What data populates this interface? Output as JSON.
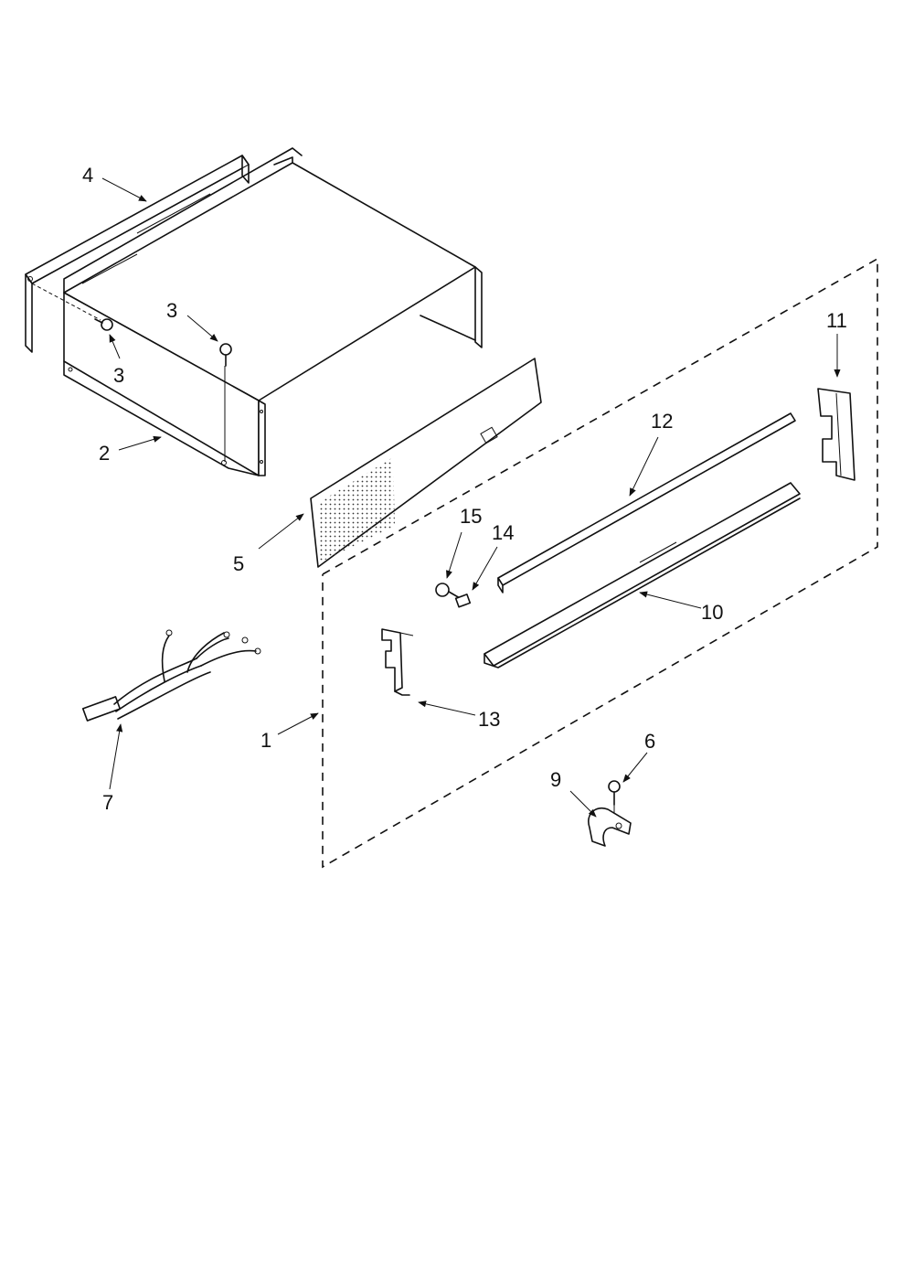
{
  "callouts": [
    {
      "id": "4",
      "label": "4"
    },
    {
      "id": "3a",
      "label": "3"
    },
    {
      "id": "3b",
      "label": "3"
    },
    {
      "id": "2",
      "label": "2"
    },
    {
      "id": "5",
      "label": "5"
    },
    {
      "id": "11",
      "label": "11"
    },
    {
      "id": "12",
      "label": "12"
    },
    {
      "id": "15",
      "label": "15"
    },
    {
      "id": "14",
      "label": "14"
    },
    {
      "id": "10",
      "label": "10"
    },
    {
      "id": "13",
      "label": "13"
    },
    {
      "id": "1",
      "label": "1"
    },
    {
      "id": "7",
      "label": "7"
    },
    {
      "id": "6",
      "label": "6"
    },
    {
      "id": "9",
      "label": "9"
    }
  ]
}
